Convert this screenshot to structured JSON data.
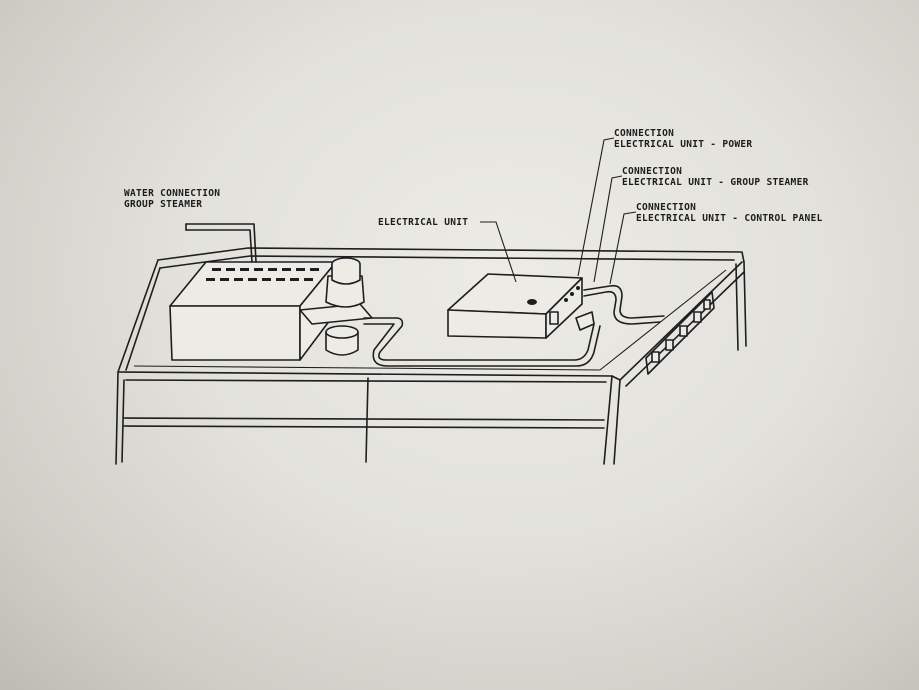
{
  "labels": {
    "water_connection_line1": "WATER CONNECTION",
    "water_connection_line2": "GROUP STEAMER",
    "electrical_unit": "ELECTRICAL UNIT",
    "conn_power_line1": "CONNECTION",
    "conn_power_line2": "ELECTRICAL UNIT - POWER",
    "conn_group_line1": "CONNECTION",
    "conn_group_line2": "ELECTRICAL UNIT - GROUP STEAMER",
    "conn_panel_line1": "CONNECTION",
    "conn_panel_line2": "ELECTRICAL UNIT - CONTROL PANEL"
  },
  "colors": {
    "line": "#1e1e1e",
    "paper": "#ecebe6"
  }
}
